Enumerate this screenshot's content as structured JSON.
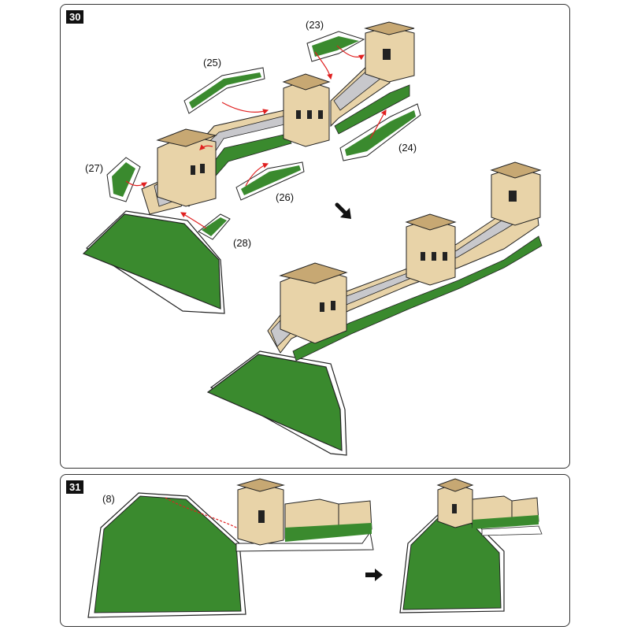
{
  "colors": {
    "grass": "#3a8a2e",
    "grass_dark": "#2e6e22",
    "wall": "#e8d3a8",
    "wall_dark": "#c7a873",
    "walkway": "#c8c8cc",
    "arrow_red": "#e02020",
    "outline": "#222222"
  },
  "step30": {
    "number": "30",
    "labels": [
      "(23)",
      "(24)",
      "(25)",
      "(26)",
      "(27)",
      "(28)"
    ],
    "next_arrow": "arrow-icon"
  },
  "step31": {
    "number": "31",
    "labels": [
      "(8)"
    ],
    "next_arrow": "arrow-icon"
  }
}
